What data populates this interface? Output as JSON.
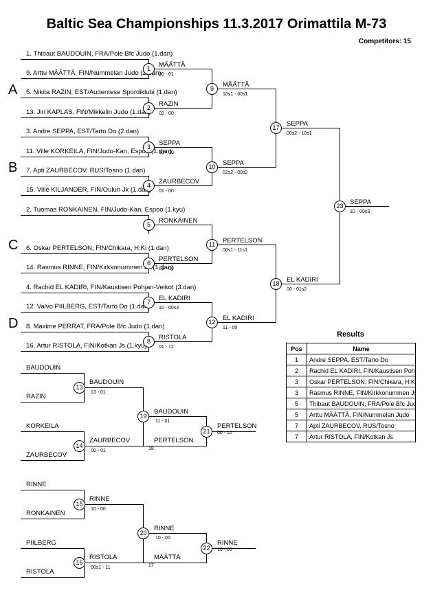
{
  "header": {
    "title": "Baltic Sea Championships  11.3.2017  Orimattila   M-73",
    "competitors": "Competitors: 15"
  },
  "pools": [
    "A",
    "B",
    "C",
    "D"
  ],
  "main_bracket": {
    "entries": [
      "1. Thibaut BAUDOUIN, FRA/Pole Bfc Judo (1.dan)",
      "9. Arttu MÄÄTTÄ, FIN/Nummelan Judo (2.dan)",
      "5. Nikita RAZIN, EST/Audentese Spordiklubi (1.dan)",
      "13. Jiri KAPLAS, FIN/Mikkelin Judo (1.dan)",
      "3. Andre SEPPA, EST/Tarto Do (2.dan)",
      "11. Ville KORKEILA, FIN/Judo-Kan, Espoo (1.dan)",
      "7. Apti ZAURBECOV, RUS/Tosno (1.dan)",
      "15. Ville KILJANDER, FIN/Oulun Jk (1.dan)",
      "2. Tuomas RONKAINEN, FIN/Judo-Kan, Espoo (1.kyu)",
      "6. Oskar PERTELSON, FIN/Chikara, H:Ki (1.dan)",
      "14. Rasmus RINNE, FIN/Kirkkonummen Js (1.dan)",
      "4. Rachid EL KADIRI, FIN/Kaustisen Pohjan-Veikot (3.dan)",
      "12. Valvo PIILBERG, EST/Tarto Do (1.dan)",
      "8. Maxime PERRAT, FRA/Pole Bfc Judo (1.dan)",
      "16. Artur RISTOLA, FIN/Kotkan Js (1.kyu)"
    ],
    "matches": [
      {
        "num": "1",
        "winner": "MÄÄTTÄ",
        "score": "00 - 01"
      },
      {
        "num": "2",
        "winner": "RAZIN",
        "score": "02 - 00"
      },
      {
        "num": "3",
        "winner": "SEPPA",
        "score": "10 - 00"
      },
      {
        "num": "4",
        "winner": "ZAURBECOV",
        "score": "01 - 00"
      },
      {
        "num": "5",
        "winner": "RONKAINEN",
        "score": ""
      },
      {
        "num": "6",
        "winner": "PERTELSON",
        "score": "01 - 00"
      },
      {
        "num": "7",
        "winner": "EL KADIRI",
        "score": "10 - 00s3"
      },
      {
        "num": "8",
        "winner": "RISTOLA",
        "score": "01 - 12"
      },
      {
        "num": "9",
        "winner": "MÄÄTTÄ",
        "score": "10s1 - 00s1"
      },
      {
        "num": "10",
        "winner": "SEPPA",
        "score": "02s2 - 00s2"
      },
      {
        "num": "11",
        "winner": "PERTELSON",
        "score": "00s1 - 11s1"
      },
      {
        "num": "12",
        "winner": "EL KADIRI",
        "score": "11 - 00"
      },
      {
        "num": "17",
        "winner": "SEPPA",
        "score": "00s2 - 10s1"
      },
      {
        "num": "18",
        "winner": "EL KADIRI",
        "score": "00 - 01s2"
      },
      {
        "num": "23",
        "winner": "SEPPA",
        "score": "10 - 00s3"
      }
    ]
  },
  "repechage_1": {
    "entries": [
      "BAUDOUIN",
      "RAZIN",
      "KORKEILA",
      "ZAURBECOV"
    ],
    "matches": [
      {
        "num": "13",
        "winner": "BAUDOUIN",
        "score": "13 - 01"
      },
      {
        "num": "14",
        "winner": "ZAURBECOV",
        "score": "00 - 01"
      },
      {
        "num": "19",
        "winner": "BAUDOUIN",
        "score": "11 - 01"
      },
      {
        "num": "21",
        "winner": "PERTELSON",
        "score": "00 - 10"
      }
    ],
    "entrant": {
      "name": "PERTELSON",
      "score": "18"
    }
  },
  "repechage_2": {
    "entries": [
      "RINNE",
      "RONKAINEN",
      "PIILBERG",
      "RISTOLA"
    ],
    "matches": [
      {
        "num": "15",
        "winner": "RINNE",
        "score": "10 - 00"
      },
      {
        "num": "16",
        "winner": "RISTOLA",
        "score": "00s1 - 11"
      },
      {
        "num": "20",
        "winner": "RINNE",
        "score": "10 - 00"
      },
      {
        "num": "22",
        "winner": "RINNE",
        "score": "10 - 00"
      }
    ],
    "entrant": {
      "name": "MÄÄTTÄ",
      "score": "17"
    }
  },
  "results": {
    "title": "Results",
    "headers": [
      "Pos",
      "Name"
    ],
    "rows": [
      {
        "pos": "1",
        "name": "Andre SEPPA, EST/Tarto Do"
      },
      {
        "pos": "2",
        "name": "Rachid EL KADIRI, FIN/Kaustisen Pohjan-Veikot"
      },
      {
        "pos": "3",
        "name": "Oskar PERTELSON, FIN/Chikara, H:Ki"
      },
      {
        "pos": "3",
        "name": "Rasmus RINNE, FIN/Kirkkonummen Js"
      },
      {
        "pos": "5",
        "name": "Thibaut BAUDOUIN, FRA/Pole Bfc Judo"
      },
      {
        "pos": "5",
        "name": "Arttu MÄÄTTÄ, FIN/Nummelan Judo"
      },
      {
        "pos": "7",
        "name": "Apti ZAURBECOV, RUS/Tosno"
      },
      {
        "pos": "7",
        "name": "Artur RISTOLA, FIN/Kotkan Js"
      }
    ]
  }
}
